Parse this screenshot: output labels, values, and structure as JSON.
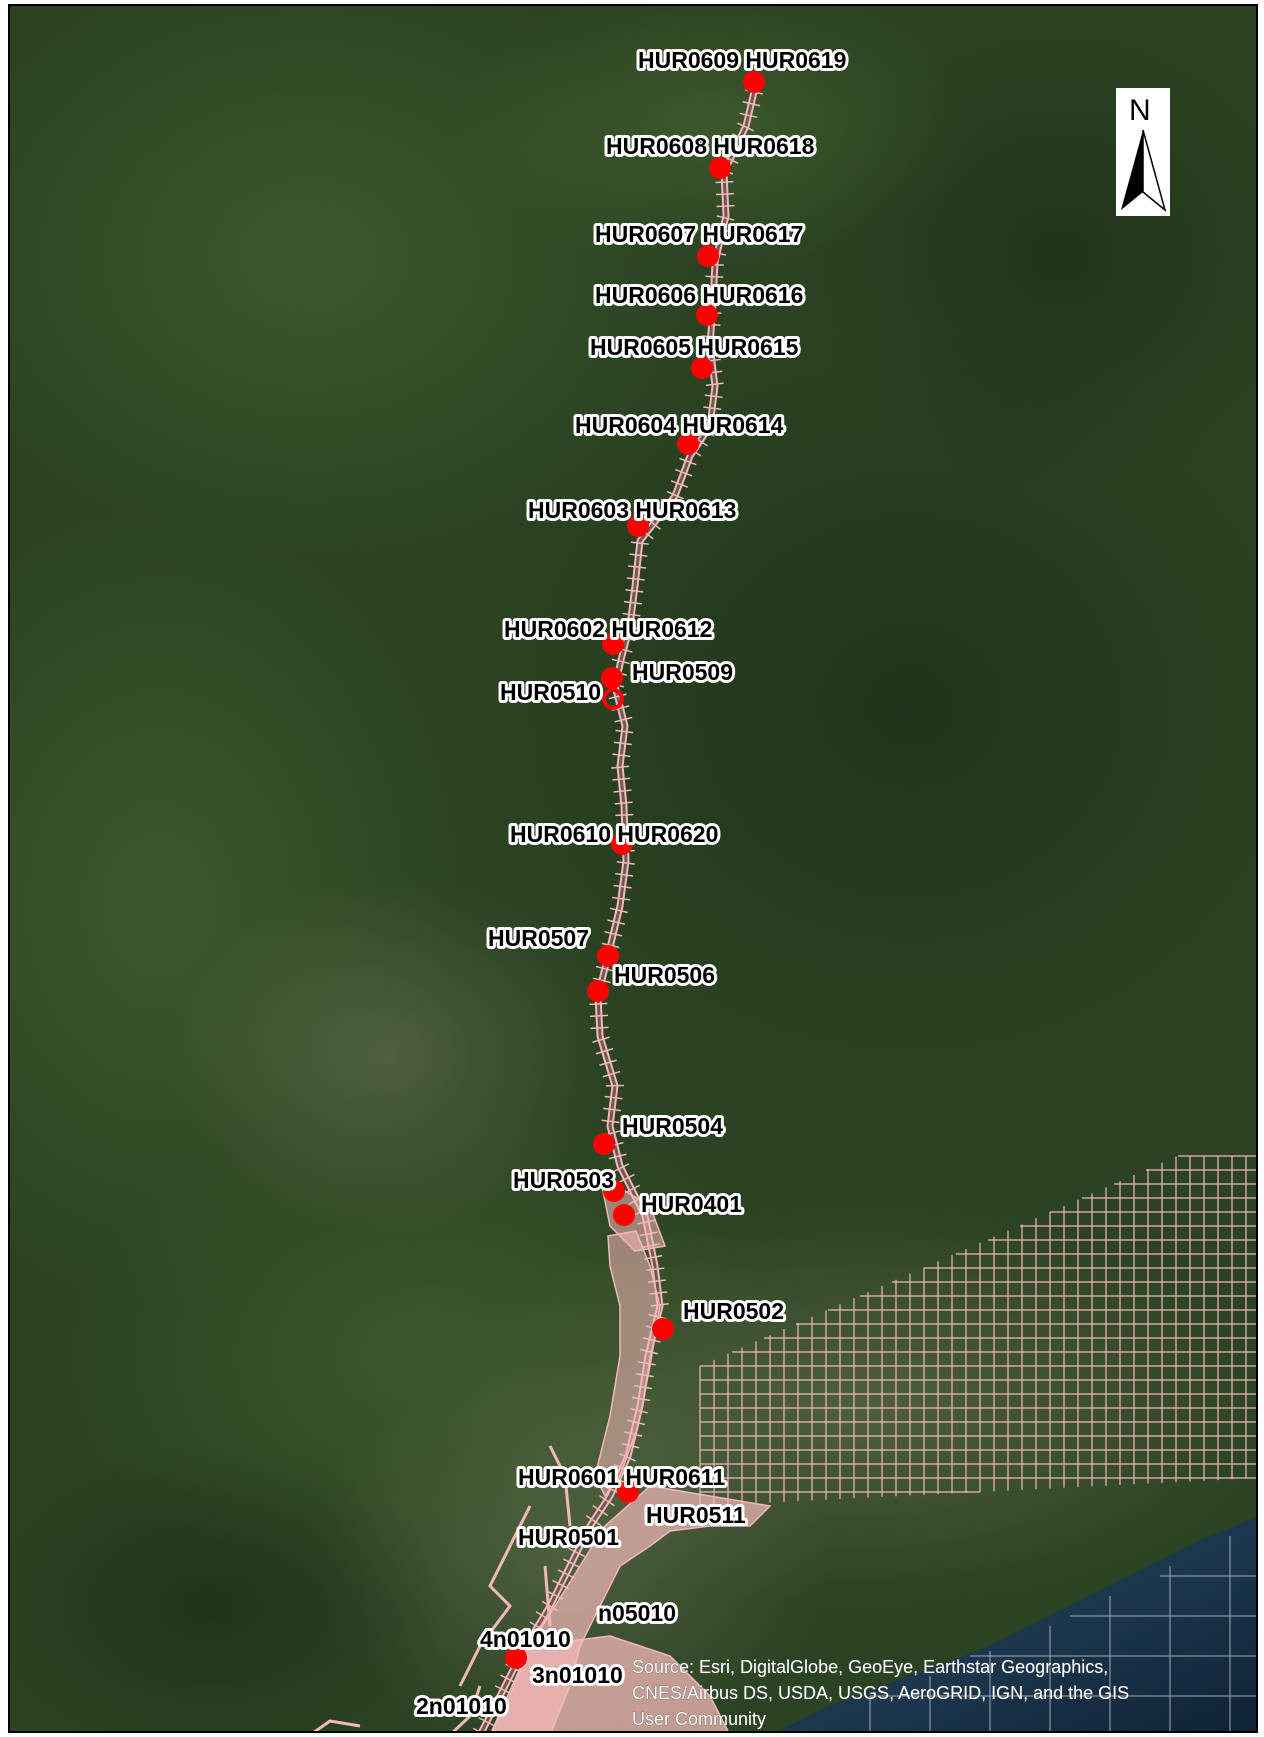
{
  "north_arrow": {
    "letter": "N"
  },
  "attribution": {
    "lines": [
      "Source: Esri, DigitalGlobe, GeoEye, Earthstar Geographics,",
      "CNES/Airbus DS, USDA, USGS, AeroGRID, IGN, and the GIS",
      "User Community"
    ]
  },
  "labels": [
    "HUR0609 HUR0619",
    "HUR0608 HUR0618",
    "HUR0607 HUR0617",
    "HUR0606 HUR0616",
    "HUR0605 HUR0615",
    "HUR0604 HUR0614",
    "HUR0603 HUR0613",
    "HUR0602 HUR0612",
    "HUR0509",
    "HUR0510",
    "HUR0610 HUR0620",
    "HUR0507",
    "HUR0506",
    "HUR0504",
    "HUR0503",
    "HUR0401",
    "HUR0502",
    "HUR0601 HUR0611",
    "HUR0511",
    "HUR0501",
    "n05010",
    "4n01010",
    "3n01010",
    "2n01010"
  ],
  "colors": {
    "station": "#ff0000",
    "mesh": "#f4b8b8",
    "forest": "#2b4322",
    "water": "#1d3b55"
  }
}
